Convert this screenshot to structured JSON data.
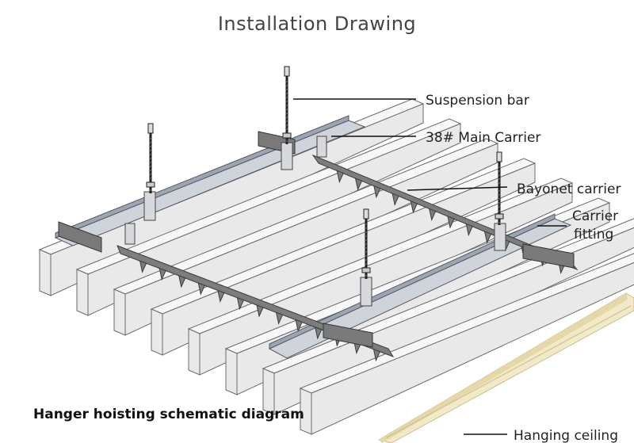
{
  "title": "Installation Drawing",
  "caption": "Hanger hoisting schematic diagram",
  "labels": {
    "suspension_bar": "Suspension bar",
    "main_carrier": "38# Main Carrier",
    "bayonet_carrier": "Bayonet carrier",
    "carrier_fitting_1": "Carrier",
    "carrier_fitting_2": "fitting",
    "hanging_ceiling": "Hanging ceiling"
  },
  "colors": {
    "panel_fill": "#f7f7f7",
    "panel_stroke": "#6a6a6a",
    "carrier_fill": "#cfd3da",
    "carrier_stroke": "#555a66",
    "bayonet_fill": "#7d7d7d",
    "rod_color": "#222222",
    "strip_fill": "#f1e9c8"
  }
}
